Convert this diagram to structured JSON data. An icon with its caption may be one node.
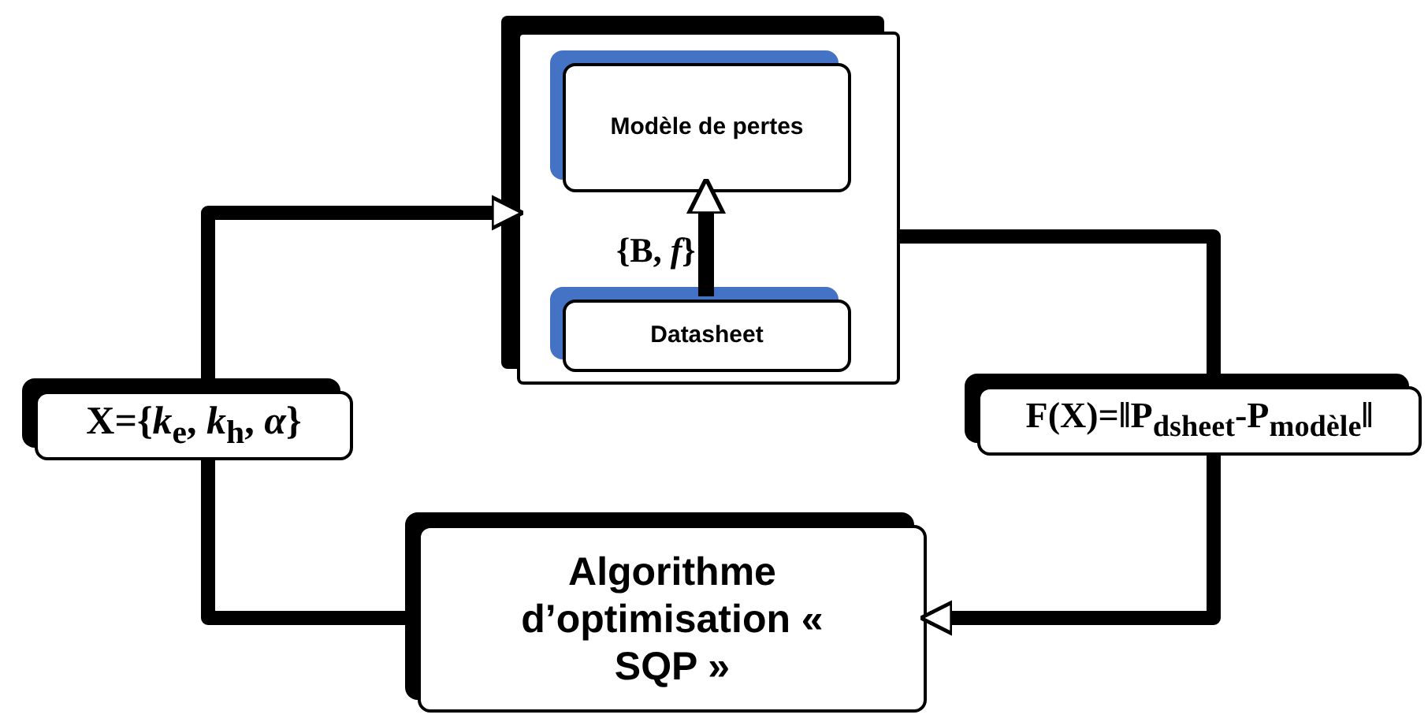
{
  "diagram": {
    "nodes": [
      {
        "text": [],
        "shape": "box"
      },
      {
        "text": [
          "Modèle de pertes"
        ],
        "in": 0
      },
      {
        "text": [
          "Datasheet"
        ],
        "in": 0
      },
      {
        "text": [
          "X={*k*$_{e}$, *k*$_{h}$, *α*}"
        ]
      },
      {
        "text": [
          "F(X)=‖P$_{dsheet}$-P$_{modèle}$‖"
        ]
      },
      {
        "text": [
          "Algorithme d’optimisation « SQP »"
        ]
      }
    ],
    "edges": [
      {
        "from": 2,
        "to": 1,
        "arrow": "to",
        "label": "{B, *f*}"
      },
      {
        "from": 5,
        "to": 3,
        "arrow": "none"
      },
      {
        "from": 3,
        "to": 0,
        "arrow": "to"
      },
      {
        "from": 0,
        "to": 4,
        "arrow": "none"
      },
      {
        "from": 4,
        "to": 5,
        "arrow": "to"
      }
    ]
  }
}
